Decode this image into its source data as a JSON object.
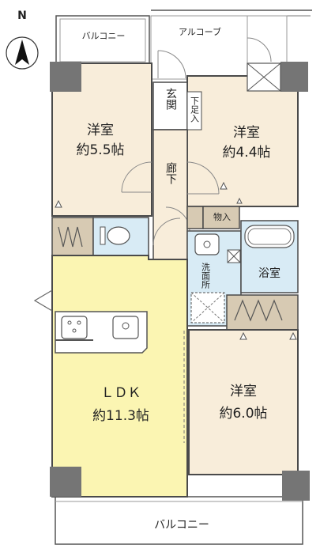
{
  "compass": {
    "label": "N"
  },
  "rooms": {
    "western_room_1": {
      "name": "洋室",
      "size": "約5.5帖"
    },
    "western_room_2": {
      "name": "洋室",
      "size": "約4.4帖"
    },
    "western_room_3": {
      "name": "洋室",
      "size": "約6.0帖"
    },
    "ldk": {
      "name": "ＬＤＫ",
      "size": "約11.3帖"
    },
    "entrance": {
      "name": "玄関"
    },
    "shoe_storage": {
      "name": "下足入"
    },
    "corridor": {
      "name": "廊下"
    },
    "storage": {
      "name": "物入"
    },
    "washroom": {
      "name": "洗面所"
    },
    "bathroom": {
      "name": "浴室"
    }
  },
  "outdoor": {
    "balcony_top": "バルコニー",
    "alcove": "アルコーブ",
    "balcony_bottom": "バルコニー"
  },
  "colors": {
    "room_fill": "#f8edda",
    "ldk_fill": "#fbf5b2",
    "wet_fill": "#d8ebf5",
    "closet_fill": "#d7cab3",
    "pillar_fill": "#757575",
    "wall": "#4a4a4a"
  }
}
